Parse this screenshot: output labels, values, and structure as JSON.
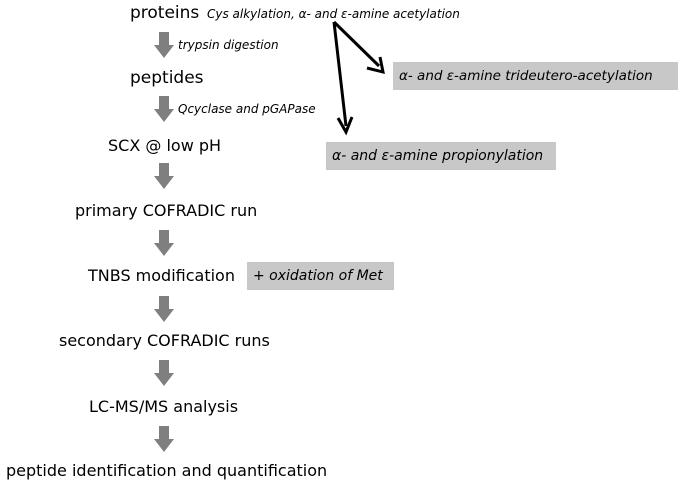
{
  "steps": {
    "proteins": "proteins",
    "peptides": "peptides",
    "scx": "SCX @ low pH",
    "primary": "primary COFRADIC run",
    "tnbs": "TNBS modification",
    "secondary": "secondary COFRADIC runs",
    "lcms": "LC-MS/MS analysis",
    "identification": "peptide identification and quantification"
  },
  "notes": {
    "proteins": "Cys alkylation, α- and ε-amine acetylation",
    "trypsin": "trypsin digestion",
    "qcyclase": "Qcyclase and pGAPase"
  },
  "boxes": {
    "trideutero": "α- and ε-amine trideutero-acetylation",
    "propionylation": "α- and ε-amine propionylation",
    "oxidation": "+ oxidation of Met"
  },
  "colors": {
    "arrow": "#7f7f7f",
    "box": "#c8c8c8",
    "pointer": "#000000"
  }
}
